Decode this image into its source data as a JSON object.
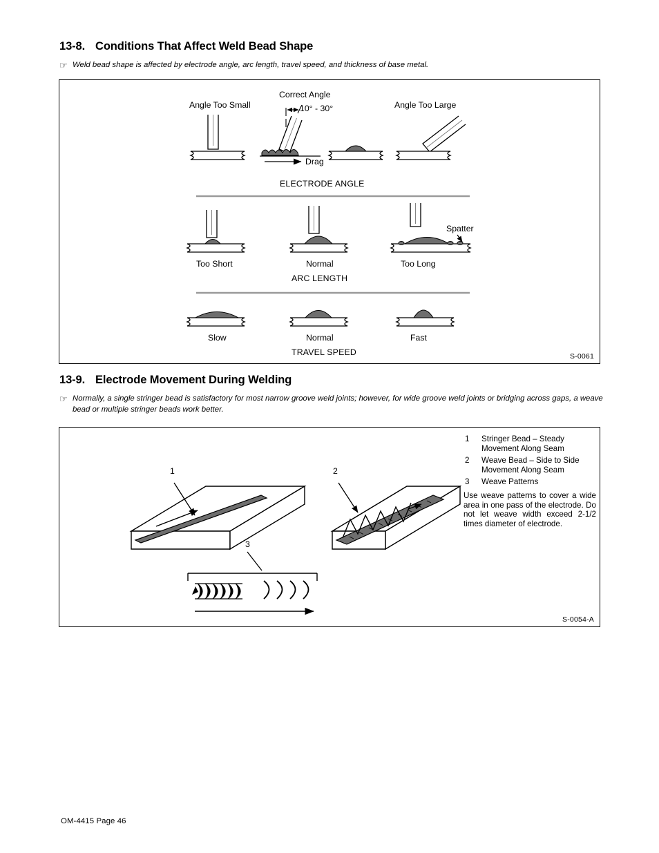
{
  "document": {
    "footer": "OM-4415 Page 46"
  },
  "sections": [
    {
      "number": "13-8.",
      "title": "Conditions That Affect Weld Bead Shape",
      "note_icon": "pointing-hand-icon",
      "note": "Weld bead shape is affected by  electrode angle,  arc  length, travel speed, and thickness of base metal.",
      "figure": {
        "ref": "S-0061",
        "groups": [
          {
            "caption": "ELECTRODE ANGLE",
            "labels": {
              "too_small": "Angle Too Small",
              "correct": "Correct Angle",
              "angle_range": "10°  -  30°",
              "too_large": "Angle Too Large",
              "drag": "Drag"
            }
          },
          {
            "caption": "ARC LENGTH",
            "labels": {
              "too_short": "Too Short",
              "normal": "Normal",
              "too_long": "Too Long",
              "spatter": "Spatter"
            }
          },
          {
            "caption": "TRAVEL SPEED",
            "labels": {
              "slow": "Slow",
              "normal": "Normal",
              "fast": "Fast"
            }
          }
        ]
      }
    },
    {
      "number": "13-9.",
      "title": "Electrode Movement During Welding",
      "note_icon": "pointing-hand-icon",
      "note": "Normally, a single stringer bead is satisfactory for most narrow groove weld joints; however, for wide groove weld joints or bridging across gaps, a weave bead or multiple stringer beads work better.",
      "figure": {
        "ref": "S-0054-A",
        "callouts": [
          "1",
          "2",
          "3"
        ],
        "legend": [
          {
            "index": "1",
            "text": "Stringer Bead – Steady Movement Along Seam"
          },
          {
            "index": "2",
            "text": "Weave Bead – Side to Side Movement Along Seam"
          },
          {
            "index": "3",
            "text": "Weave Patterns"
          }
        ],
        "legend_paragraph": "Use weave patterns to cover a wide area in one pass of the electrode. Do not let weave width  exceed 2-1/2 times diameter of electrode."
      }
    }
  ],
  "colors": {
    "bead_fill": "#6e6e6e",
    "plate_line": "#000000",
    "divider": "#9a9a9a"
  }
}
